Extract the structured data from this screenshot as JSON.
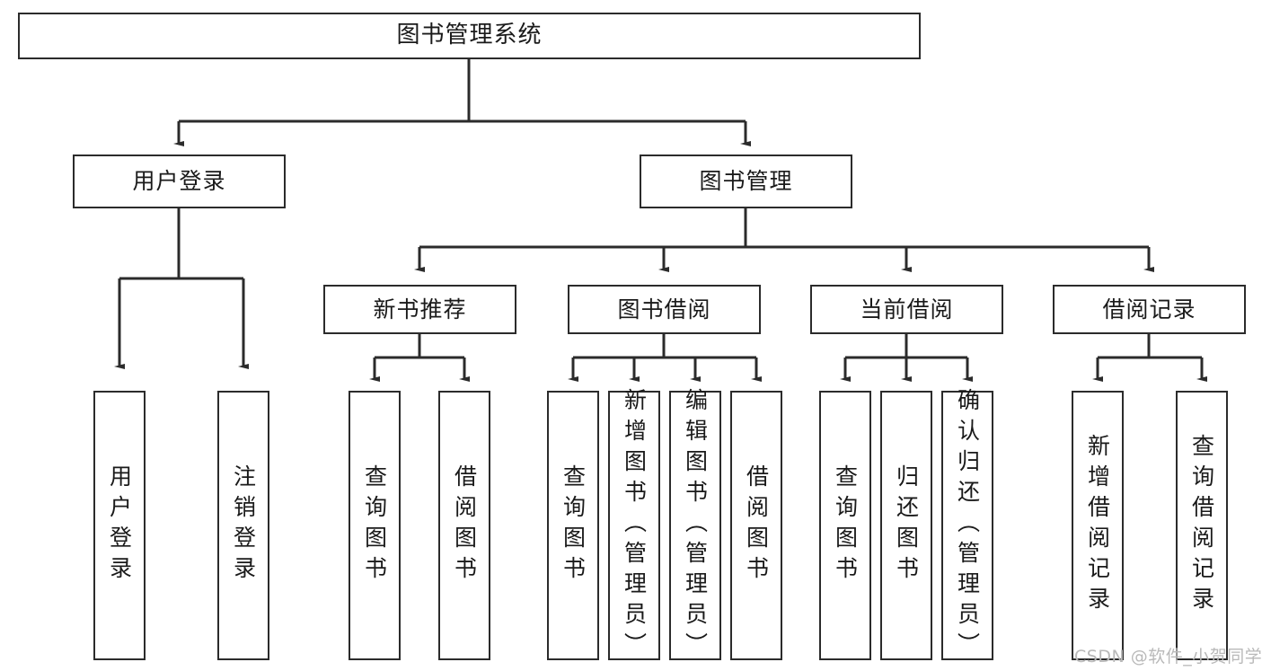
{
  "diagram": {
    "type": "tree",
    "title": "图书管理系统",
    "watermark": "CSDN @软件_小贺同学",
    "colors": {
      "box_border": "#2b2b2b",
      "box_fill": "#ffffff",
      "edge": "#2b2b2b",
      "text": "#1a1a1a",
      "watermark": "#b9b9b9",
      "background": "#ffffff"
    },
    "root": {
      "label": "图书管理系统"
    },
    "level2": [
      {
        "label": "用户登录"
      },
      {
        "label": "图书管理"
      }
    ],
    "level3": [
      {
        "label": "新书推荐"
      },
      {
        "label": "图书借阅"
      },
      {
        "label": "当前借阅"
      },
      {
        "label": "借阅记录"
      }
    ],
    "leaves": {
      "user_login": [
        {
          "label": "用户登录"
        },
        {
          "label": "注销登录"
        }
      ],
      "new_book": [
        {
          "label": "查询图书"
        },
        {
          "label": "借阅图书"
        }
      ],
      "book_borrow": [
        {
          "label": "查询图书"
        },
        {
          "label": "新增图书（管理员）"
        },
        {
          "label": "编辑图书（管理员）"
        },
        {
          "label": "借阅图书"
        }
      ],
      "current_borrow": [
        {
          "label": "查询图书"
        },
        {
          "label": "归还图书"
        },
        {
          "label": "确认归还（管理员）"
        }
      ],
      "borrow_record": [
        {
          "label": "新增借阅记录"
        },
        {
          "label": "查询借阅记录"
        }
      ]
    }
  }
}
